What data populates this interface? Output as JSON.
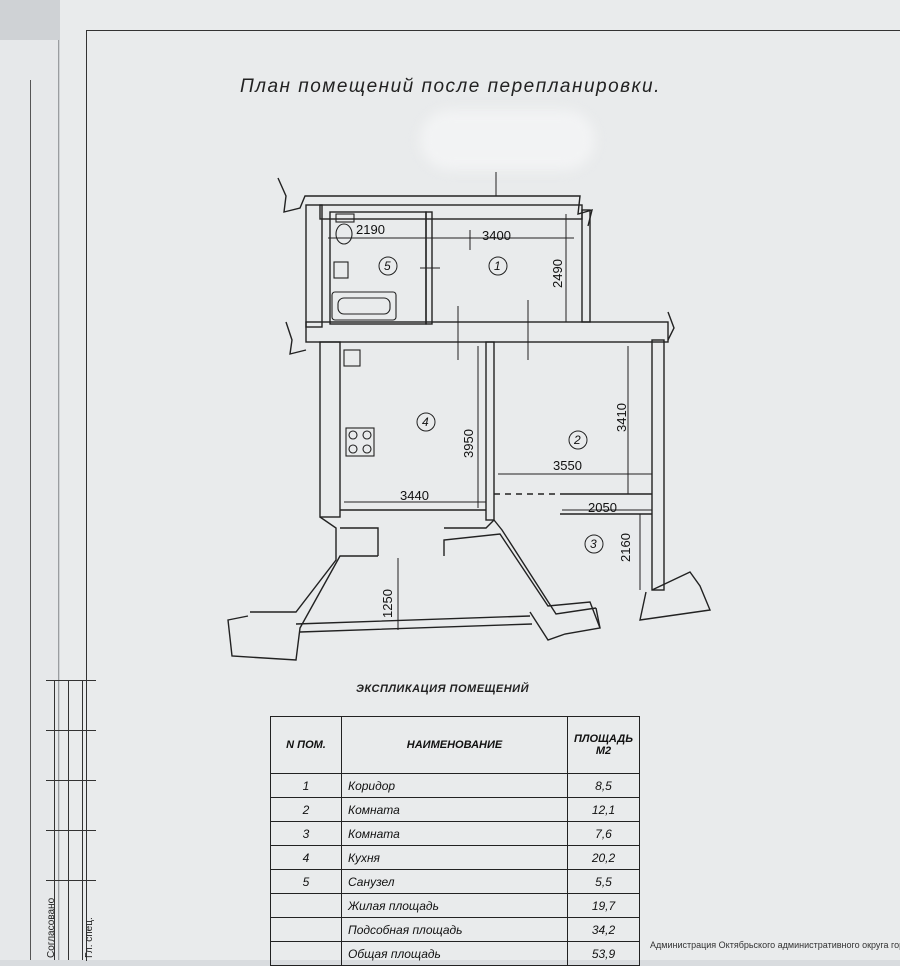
{
  "title": "План помещений после перепланировки.",
  "dimensions": {
    "d2190": "2190",
    "d3400": "3400",
    "d2490": "2490",
    "d3950": "3950",
    "d3410": "3410",
    "d3550": "3550",
    "d3440": "3440",
    "d2050": "2050",
    "d2160": "2160",
    "d1250": "1250"
  },
  "room_markers": [
    "1",
    "2",
    "3",
    "4",
    "5"
  ],
  "explication": {
    "heading": "ЭКСПЛИКАЦИЯ ПОМЕЩЕНИЙ",
    "col_num": "N ПОМ.",
    "col_name": "НАИМЕНОВАНИЕ",
    "col_area": "ПЛОЩАДЬ М2",
    "rows": [
      {
        "num": "1",
        "name": "Коридор",
        "area": "8,5"
      },
      {
        "num": "2",
        "name": "Комната",
        "area": "12,1"
      },
      {
        "num": "3",
        "name": "Комната",
        "area": "7,6"
      },
      {
        "num": "4",
        "name": "Кухня",
        "area": "20,2"
      },
      {
        "num": "5",
        "name": "Санузел",
        "area": "5,5"
      },
      {
        "num": "",
        "name": "Жилая площадь",
        "area": "19,7"
      },
      {
        "num": "",
        "name": "Подсобная площадь",
        "area": "34,2"
      },
      {
        "num": "",
        "name": "Общая площадь",
        "area": "53,9"
      }
    ]
  },
  "side_labels": {
    "spec": "Гл. спец.",
    "agreed": "Согласовано"
  },
  "admin_footer": "Администрация Октябрьского административного округа города О"
}
